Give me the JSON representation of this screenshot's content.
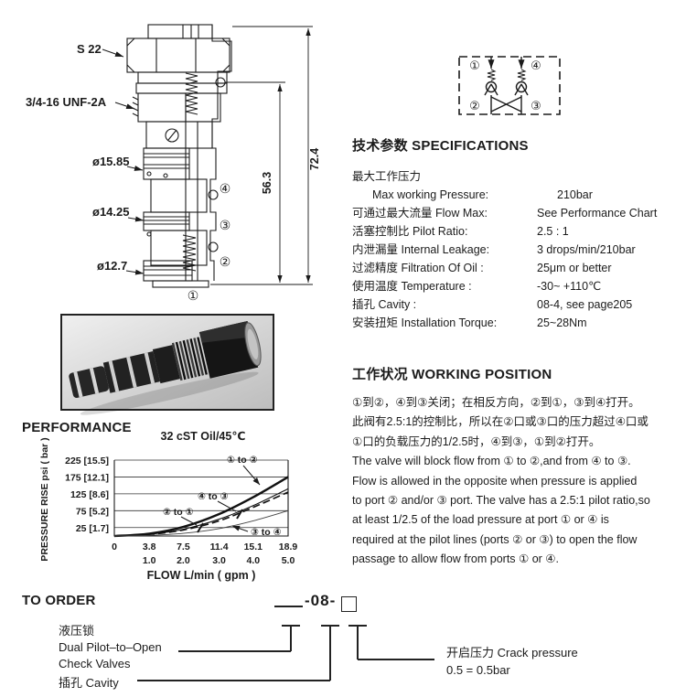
{
  "page": {
    "ink": "#1b1b1b",
    "bg": "#ffffff"
  },
  "drawing": {
    "labels": {
      "wrench": "S 22",
      "thread": "3/4-16 UNF-2A",
      "d1": "ø15.85",
      "d2": "ø14.25",
      "d3": "ø12.7",
      "dim_total": "72.4",
      "dim_inner": "56.3"
    },
    "ports": {
      "p1": "①",
      "p2": "②",
      "p3": "③",
      "p4": "④"
    }
  },
  "schematic": {
    "ports": {
      "p1": "①",
      "p2": "②",
      "p3": "③",
      "p4": "④"
    }
  },
  "specs": {
    "heading": "技术参数 SPECIFICATIONS",
    "rows": [
      {
        "label": "最大工作压力",
        "value": ""
      },
      {
        "label": "Max working Pressure:",
        "value": "210bar"
      },
      {
        "label": "可通过最大流量 Flow Max:",
        "value": "See Performance Chart"
      },
      {
        "label": "活塞控制比 Pilot Ratio:",
        "value": "2.5 : 1"
      },
      {
        "label": "内泄漏量 Internal Leakage:",
        "value": "3 drops/min/210bar"
      },
      {
        "label": "过滤精度 Filtration Of Oil :",
        "value": "25μm or better"
      },
      {
        "label": "使用温度 Temperature :",
        "value": "-30~ +110℃"
      },
      {
        "label": "插孔 Cavity :",
        "value": "08-4, see page205"
      },
      {
        "label": "安装扭矩 Installation Torque:",
        "value": "25~28Nm"
      }
    ]
  },
  "working": {
    "heading": "工作状况 WORKING POSITION",
    "lines": [
      "①到②，④到③关闭；在相反方向，②到①，③到④打开。",
      "此阀有2.5:1的控制比，所以在②口或③口的压力超过④口或",
      "①口的负载压力的1/2.5时，④到③，①到②打开。",
      "The valve will block flow from ① to ②,and from ④ to ③.",
      "Flow is allowed in the opposite  when pressure is applied",
      "to port ② and/or ③ port. The valve has a 2.5:1  pilot ratio,so",
      "at least 1/2.5 of the load pressure at port ① or ④ is",
      "required at the pilot lines (ports ② or ③) to open the flow",
      "passage to allow flow from ports ① or ④."
    ]
  },
  "performance": {
    "heading": "PERFORMANCE"
  },
  "chart_data": {
    "type": "line",
    "title": "32 cST Oil/45℃",
    "xlabel": "FLOW L/min ( gpm )",
    "ylabel": "PRESSURE RISE psi ( bar )",
    "x_lmin": [
      0,
      3.8,
      7.5,
      11.4,
      15.1,
      18.9
    ],
    "x_gpm": [
      "1.0",
      "2.0",
      "3.0",
      "4.0",
      "5.0"
    ],
    "xlim": [
      0,
      18.9
    ],
    "ylim": [
      0,
      225
    ],
    "grid": true,
    "yticks_psi": [
      225,
      175,
      125,
      75,
      25
    ],
    "ytick_labels": [
      "225 [15.5]",
      "175 [12.1]",
      "125 [8.6]",
      "75 [5.2]",
      "25 [1.7]"
    ],
    "series": [
      {
        "name": "1 to 2",
        "label": "① to ②",
        "style": "solid-thick",
        "values_psi": [
          0,
          7,
          27,
          65,
          115,
          175
        ]
      },
      {
        "name": "2 to 1",
        "label": "② to ①",
        "style": "solid-thin",
        "values_psi": [
          0,
          5,
          20,
          50,
          90,
          140
        ]
      },
      {
        "name": "4 to 3",
        "label": "④ to ③",
        "style": "dashed",
        "values_psi": [
          0,
          5,
          18,
          45,
          85,
          130
        ]
      },
      {
        "name": "3 to 4",
        "label": "③ to ④",
        "style": "solid-light",
        "values_psi": [
          0,
          2,
          8,
          22,
          45,
          75
        ]
      }
    ]
  },
  "to_order": {
    "heading": "TO ORDER",
    "code_blank": "—",
    "code_mid": "-08-",
    "code_box": "□",
    "left_lines": [
      "液压锁",
      "Dual Pilot–to–Open",
      "Check Valves"
    ],
    "cavity_label": "插孔 Cavity",
    "crack_label": "开启压力 Crack pressure",
    "crack_value": "0.5 = 0.5bar"
  }
}
